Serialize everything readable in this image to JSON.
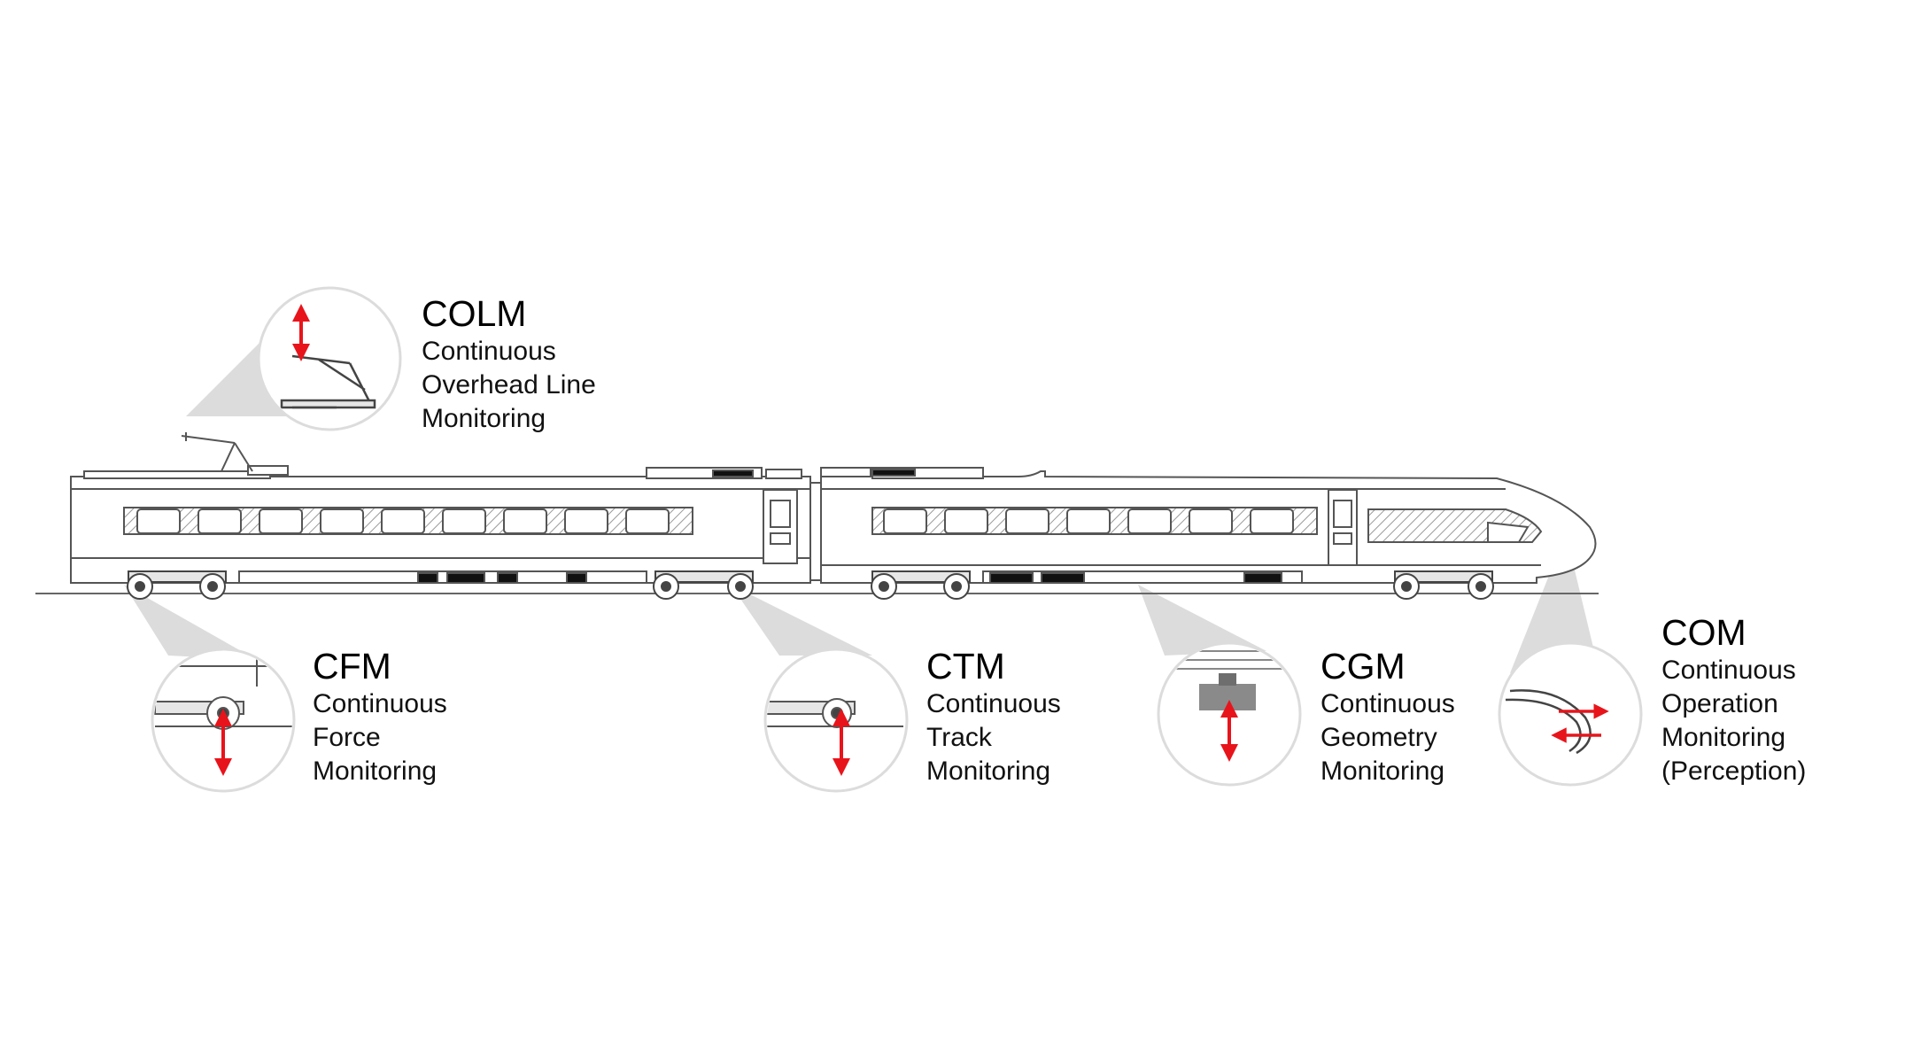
{
  "monitors": [
    {
      "id": "colm",
      "abbr": "COLM",
      "lines": [
        "Continuous",
        "Overhead Line",
        "Monitoring"
      ]
    },
    {
      "id": "cfm",
      "abbr": "CFM",
      "lines": [
        "Continuous",
        "Force",
        "Monitoring"
      ]
    },
    {
      "id": "ctm",
      "abbr": "CTM",
      "lines": [
        "Continuous",
        "Track",
        "Monitoring"
      ]
    },
    {
      "id": "cgm",
      "abbr": "CGM",
      "lines": [
        "Continuous",
        "Geometry",
        "Monitoring"
      ]
    },
    {
      "id": "com",
      "abbr": "COM",
      "lines": [
        "Continuous",
        "Operation",
        "Monitoring",
        "(Perception)"
      ]
    }
  ],
  "colors": {
    "arrow": "#e8141b",
    "callout": "#d9d9d9",
    "line": "#555555",
    "hatch": "#9a9a9a"
  }
}
